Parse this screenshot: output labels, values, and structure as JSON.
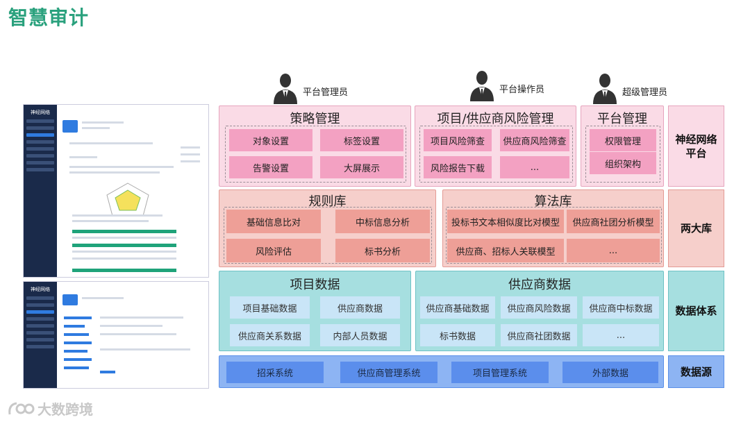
{
  "title": "智慧审计",
  "roles": {
    "platform_admin": "平台管理员",
    "platform_operator": "平台操作员",
    "super_admin": "超级管理员"
  },
  "strategy": {
    "title": "策略管理",
    "items": [
      "对象设置",
      "标签设置",
      "告警设置",
      "大屏展示"
    ]
  },
  "risk": {
    "title": "项目/供应商风险管理",
    "items": [
      "项目风险筛查",
      "供应商风险筛查",
      "风险报告下载",
      "..."
    ]
  },
  "platform": {
    "title": "平台管理",
    "items": [
      "权限管理",
      "组织架构"
    ]
  },
  "rules": {
    "title": "规则库",
    "items": [
      "基础信息比对",
      "中标信息分析",
      "风险评估",
      "标书分析"
    ]
  },
  "algo": {
    "title": "算法库",
    "items": [
      "投标书文本相似度比对模型",
      "供应商社团分析模型",
      "供应商、招标人关联模型",
      "..."
    ]
  },
  "project_data": {
    "title": "项目数据",
    "items": [
      "项目基础数据",
      "供应商数据",
      "供应商关系数据",
      "内部人员数据"
    ]
  },
  "supplier_data": {
    "title": "供应商数据",
    "items": [
      "供应商基础数据",
      "供应商风险数据",
      "供应商中标数据",
      "标书数据",
      "供应商社团数据",
      "..."
    ]
  },
  "source": {
    "items": [
      "招采系统",
      "供应商管理系统",
      "项目管理系统",
      "外部数据"
    ]
  },
  "layers": {
    "neural": "神经网络平台",
    "neural_line1": "神经网络",
    "neural_line2": "平台",
    "two_libs": "两大库",
    "data_system": "数据体系",
    "data_source": "数据源"
  },
  "screenshots": {
    "brand": "神经网络"
  },
  "watermark": "大数跨境",
  "colors": {
    "title": "#2aa17d",
    "pink": "#f3a1c2",
    "salmon": "#ee9f97",
    "teal": "#a6dfe0",
    "blue": "#5b8eec"
  }
}
